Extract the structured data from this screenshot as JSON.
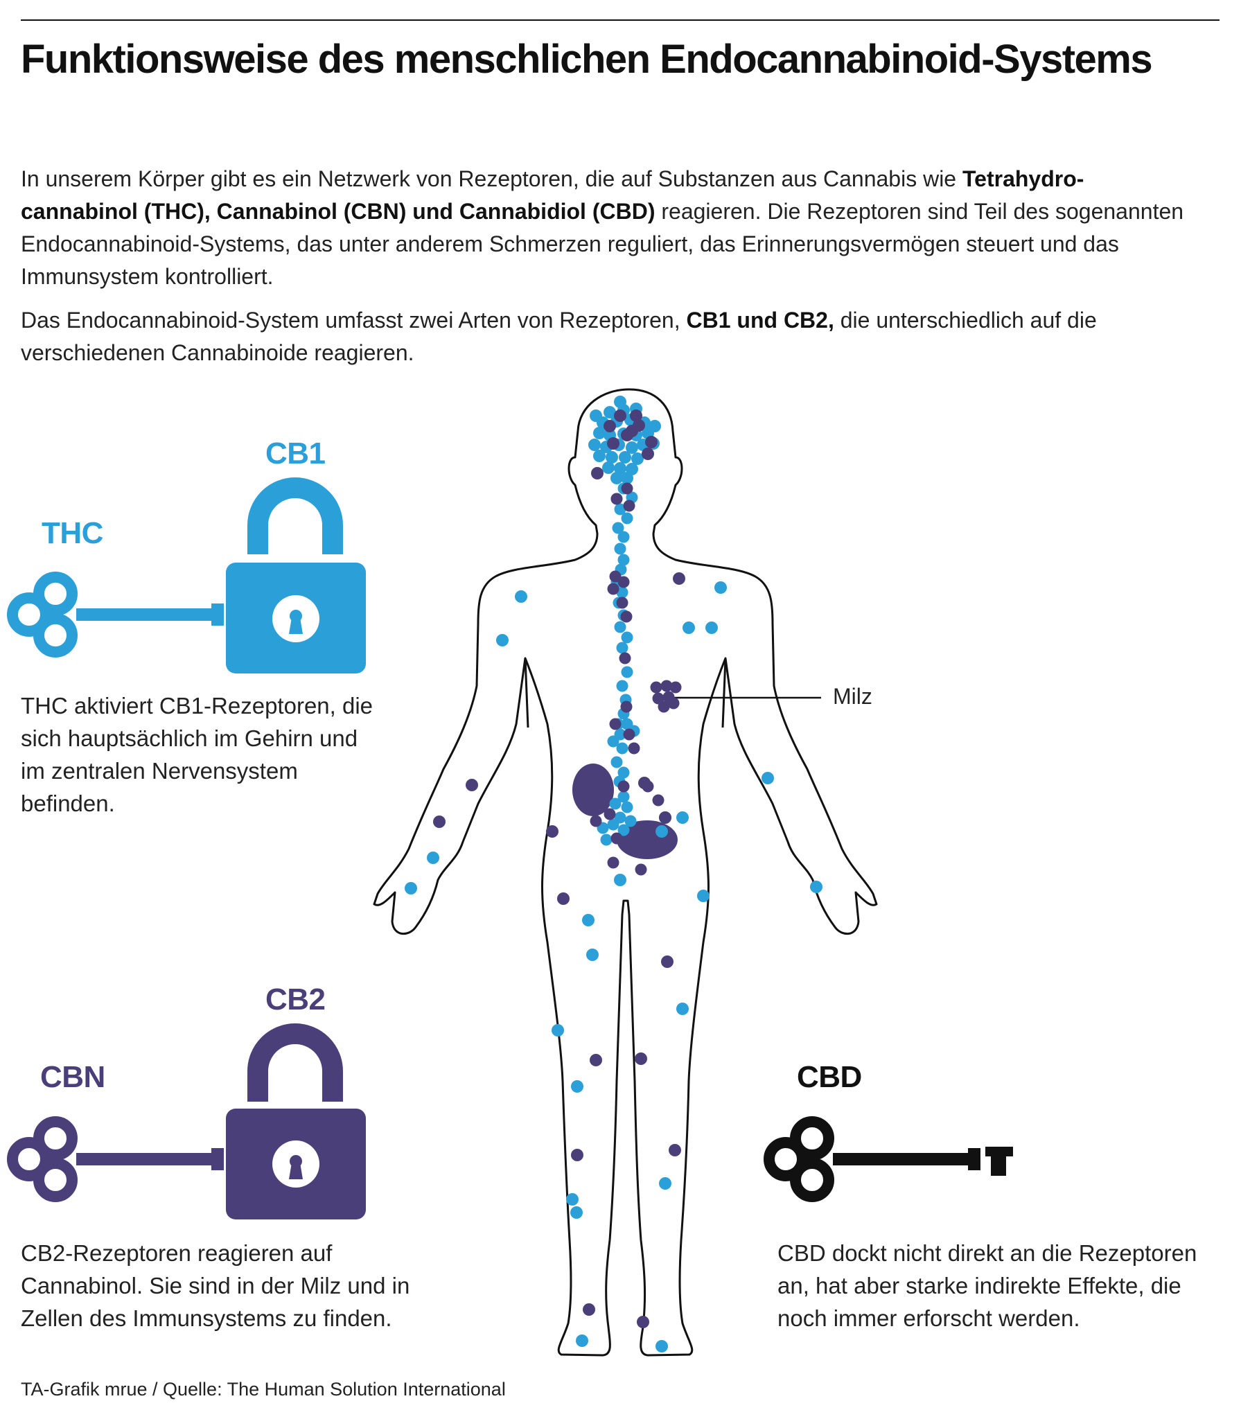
{
  "title": "Funktionsweise des menschlichen Endocannabinoid-Systems",
  "intro": {
    "p1_a": "In unserem Körper gibt es ein Netzwerk von Rezeptoren, die auf Substanzen aus Cannabis wie ",
    "p1_b": "Tetrahydro-cannabinol (THC), Cannabinol (CBN) und Cannabidiol (CBD)",
    "p1_c": " reagieren. Die Rezeptoren sind Teil des sogenannten Endocannabinoid-Systems, das unter anderem Schmerzen reguliert, das Erinnerungsvermögen steuert und das Immunsystem kontrolliert.",
    "p2_a": "Das Endocannabinoid-System umfasst zwei Arten von Rezeptoren, ",
    "p2_b": "CB1 und CB2,",
    "p2_c": " die unterschiedlich auf die verschiedenen Cannabinoide reagieren."
  },
  "cb1": {
    "receptor": "CB1",
    "key": "THC",
    "text": "THC aktiviert CB1-Rezeptoren, die sich hauptsächlich im Gehirn und im zentralen Nervensystem befinden.",
    "color": "#2b9fd8"
  },
  "cb2": {
    "receptor": "CB2",
    "key": "CBN",
    "text": "CB2-Rezeptoren reagieren auf Cannabinol. Sie sind in der Milz und in Zellen des Immunsystems zu finden.",
    "color": "#4b3f7a"
  },
  "cbd": {
    "key": "CBD",
    "text": "CBD dockt nicht direkt an die Rezeptoren an, hat aber starke indirekte Effekte, die noch immer erforscht werden.",
    "color": "#111111"
  },
  "annotation": {
    "spleen": "Milz"
  },
  "footer": "TA-Grafik mrue / Quelle: The Human Solution International",
  "icons": [
    "key-icon",
    "padlock-icon",
    "human-body-outline"
  ]
}
